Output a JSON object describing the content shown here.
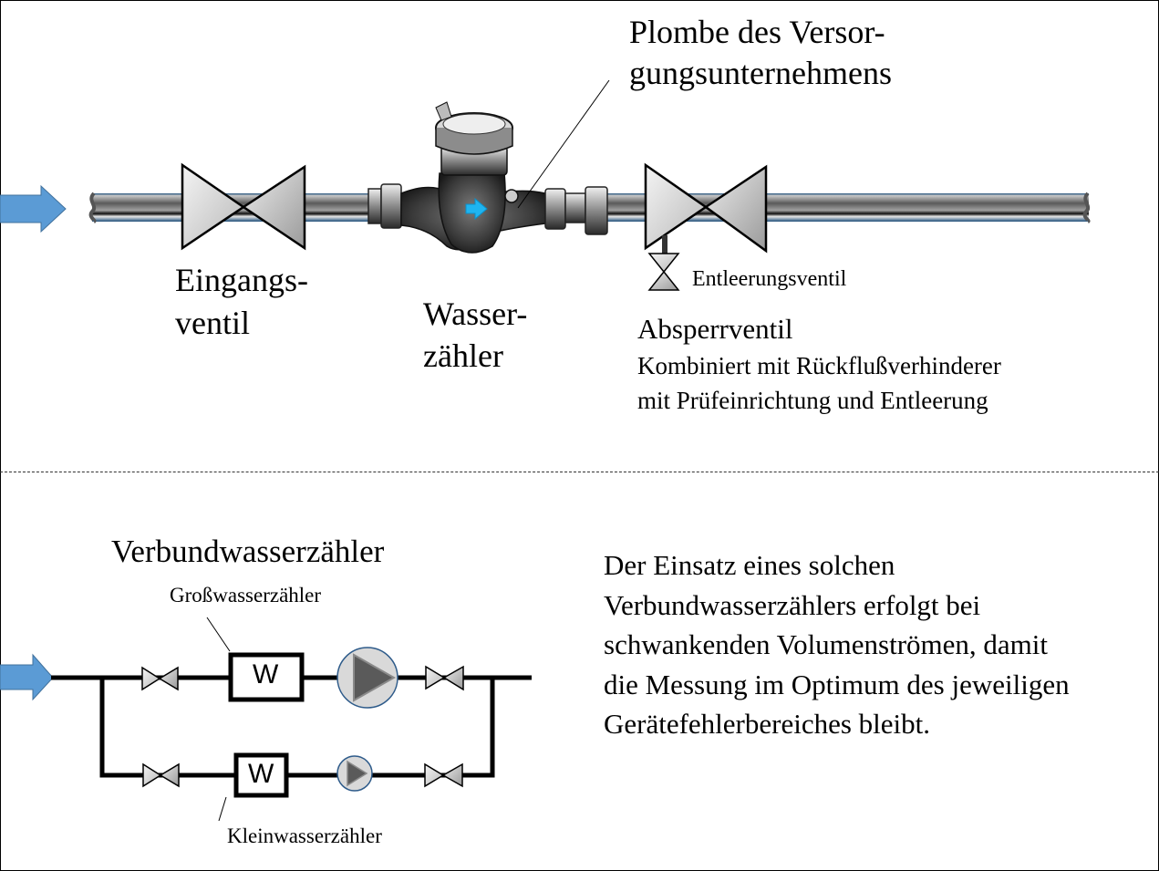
{
  "top_section": {
    "labels": {
      "seal_line1": "Plombe des Versor-",
      "seal_line2": "gungsunternehmens",
      "inlet_valve_line1": "Eingangs-",
      "inlet_valve_line2": "ventil",
      "meter_line1": "Wasser-",
      "meter_line2": "zähler",
      "drain_valve": "Entleerungsventil",
      "shutoff_valve": "Absperrventil",
      "shutoff_desc_line1": "Kombiniert mit Rückflußverhinderer",
      "shutoff_desc_line2": "mit Prüfeinrichtung und Entleerung"
    },
    "icons": [
      "flow-arrow-icon",
      "pipe",
      "gate-valve-icon",
      "water-meter-icon",
      "drain-valve-icon"
    ]
  },
  "bottom_section": {
    "title": "Verbundwasserzähler",
    "large_meter_label": "Großwasserzähler",
    "small_meter_label": "Kleinwasserzähler",
    "meter_symbol": "W",
    "description_lines": [
      "Der Einsatz eines solchen",
      "Verbundwasserzählers erfolgt bei",
      "schwankenden Volumenströmen, damit",
      "die Messung im Optimum des jeweiligen",
      "Gerätefehlerbereiches bleibt."
    ]
  },
  "colors": {
    "arrow_blue": "#5b9bd5",
    "pipe_border": "#1f4e79",
    "valve_gray": "#d0d0d0",
    "check_valve_circle": "#d9d9d9",
    "check_valve_ring": "#2e5b8a",
    "meter_arrow": "#1fb4f0"
  }
}
